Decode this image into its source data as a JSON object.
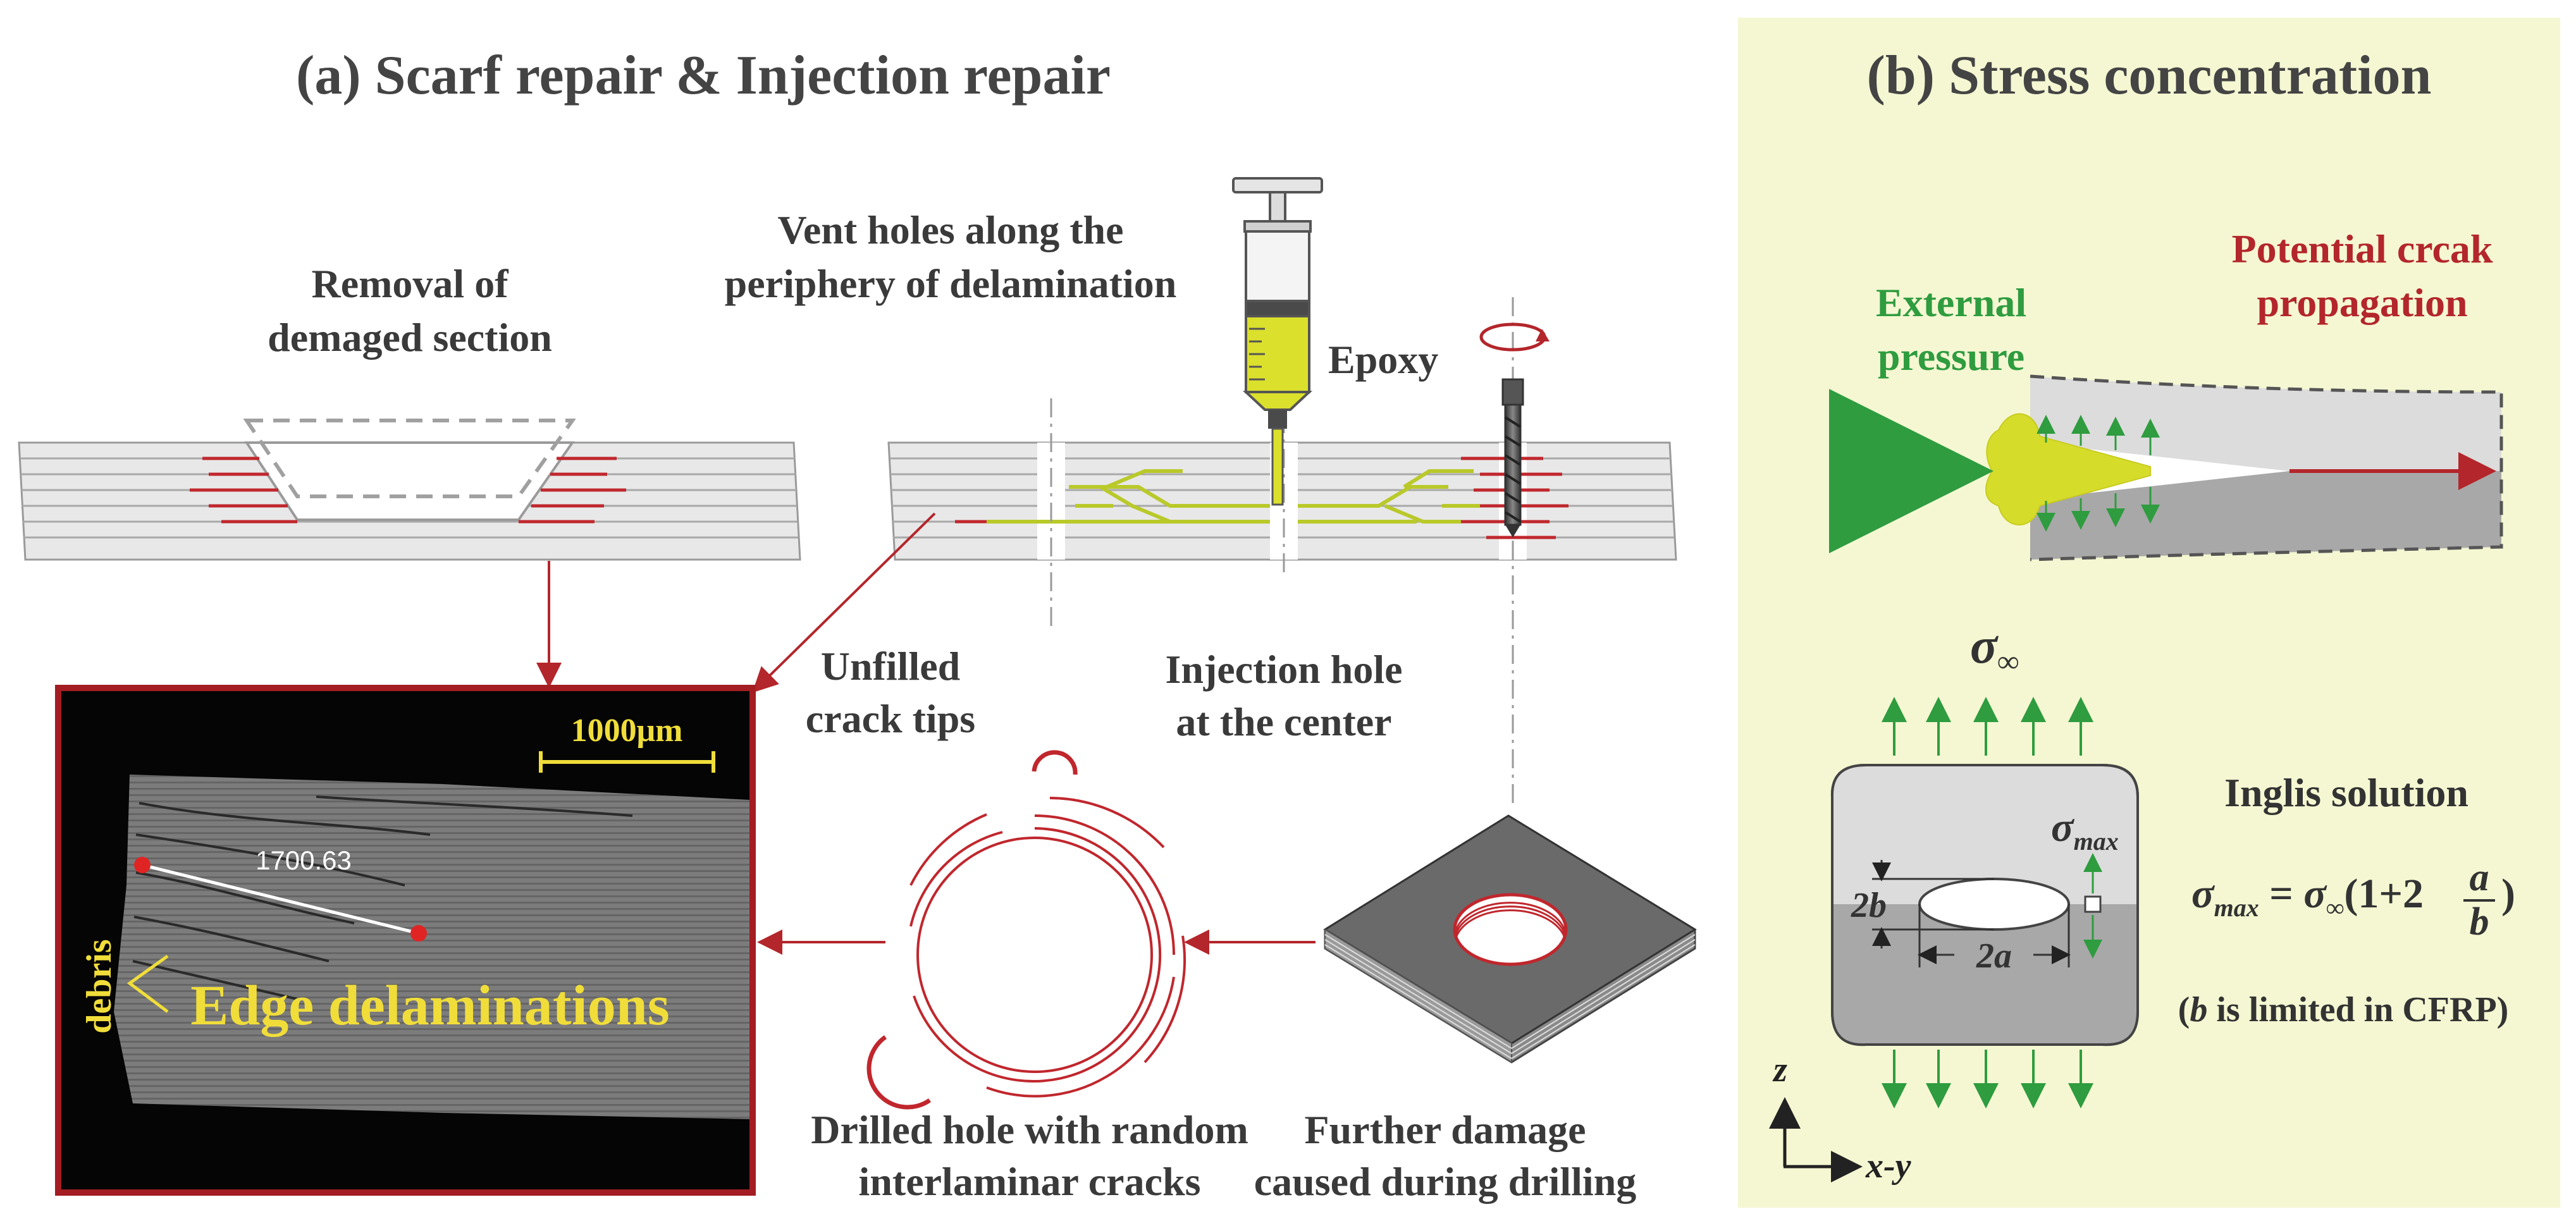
{
  "panel_a": {
    "title": "(a) Scarf repair & Injection repair",
    "removal_line1": "Removal of",
    "removal_line2": "demaged section",
    "vent_line1": "Vent holes along the",
    "vent_line2": "periphery of delamination",
    "epoxy": "Epoxy",
    "unfilled_line1": "Unfilled",
    "unfilled_line2": "crack tips",
    "injection_line1": "Injection hole",
    "injection_line2": "at the center",
    "drilled_line1": "Drilled hole with random",
    "drilled_line2": "interlaminar cracks",
    "further_line1": "Further damage",
    "further_line2": "caused during drilling",
    "micro": {
      "scale_bar": "1000μm",
      "measurement": "1700.63",
      "debris": "debris",
      "edge": "Edge delaminations"
    }
  },
  "panel_b": {
    "title": "(b) Stress concentration",
    "external_line1": "External",
    "external_line2": "pressure",
    "potential_line1": "Potential crcak",
    "potential_line2": "propagation",
    "sigma_inf": "σ∞",
    "sigma": "σ",
    "max_sub": "max",
    "inf_sub": "∞",
    "inglis": "Inglis solution",
    "formula_mid": "(1+2",
    "formula_end": ")",
    "frac_num": "a",
    "frac_den": "b",
    "label_2b": "2b",
    "label_2a": "2a",
    "note_open": "(",
    "note_b": "b",
    "note_rest": " is limited in CFRP)",
    "axis_z": "z",
    "axis_xy": "x-y"
  },
  "colors": {
    "crack_red": "#c0272d",
    "epoxy_yellow": "#d6dc2a",
    "green": "#2e9c3f",
    "panel_b_bg": "#f5f7d2",
    "micro_frame": "#a31d22"
  }
}
